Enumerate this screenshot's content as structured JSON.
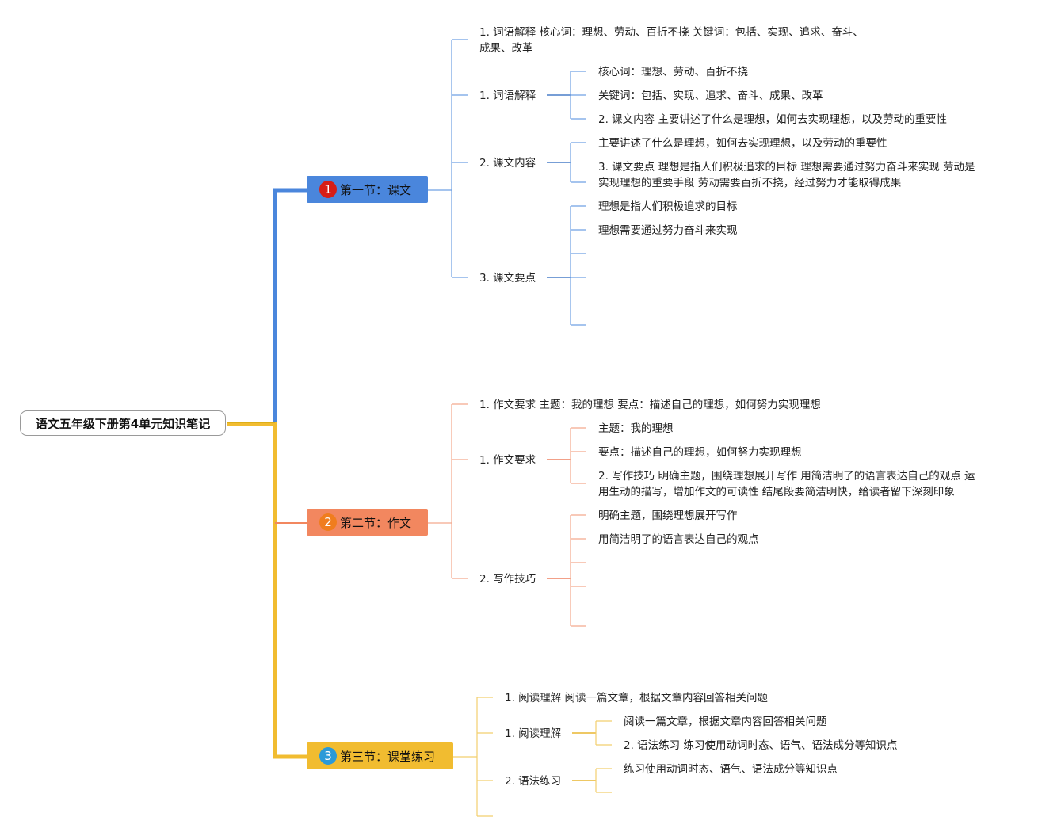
{
  "root": {
    "title": "语文五年级下册第4单元知识笔记"
  },
  "colors": {
    "section1": "#4a86dc",
    "section2": "#f2875f",
    "section3": "#f1bc30"
  },
  "sections": [
    {
      "number": "1",
      "title": "第一节：课文",
      "summary_lines": [
        "1. 词语解释 核心词：理想、劳动、百折不挠 关键词：包括、实现、追求、奋斗、",
        "成果、改革"
      ],
      "children": [
        {
          "label": "1. 词语解释",
          "items": [
            "核心词：理想、劳动、百折不挠",
            "关键词：包括、实现、追求、奋斗、成果、改革",
            "2. 课文内容 主要讲述了什么是理想，如何去实现理想，以及劳动的重要性"
          ]
        },
        {
          "label": "2. 课文内容",
          "items": [
            "主要讲述了什么是理想，如何去实现理想，以及劳动的重要性",
            "3. 课文要点 理想是指人们积极追求的目标 理想需要通过努力奋斗来实现 劳动是",
            "实现理想的重要手段 劳动需要百折不挠，经过努力才能取得成果"
          ]
        },
        {
          "label": "3. 课文要点",
          "items": [
            "理想是指人们积极追求的目标",
            "理想需要通过努力奋斗来实现"
          ]
        }
      ]
    },
    {
      "number": "2",
      "title": "第二节：作文",
      "summary_lines": [
        "1. 作文要求 主题：我的理想 要点：描述自己的理想，如何努力实现理想"
      ],
      "children": [
        {
          "label": "1. 作文要求",
          "items": [
            "主题：我的理想",
            "要点：描述自己的理想，如何努力实现理想",
            "2. 写作技巧 明确主题，围绕理想展开写作 用简洁明了的语言表达自己的观点 运",
            "用生动的描写，增加作文的可读性 结尾段要简洁明快，给读者留下深刻印象"
          ]
        },
        {
          "label": "2. 写作技巧",
          "items": [
            "明确主题，围绕理想展开写作",
            "用简洁明了的语言表达自己的观点"
          ]
        }
      ]
    },
    {
      "number": "3",
      "title": "第三节：课堂练习",
      "summary_lines": [
        "1. 阅读理解 阅读一篇文章，根据文章内容回答相关问题"
      ],
      "children": [
        {
          "label": "1. 阅读理解",
          "items": [
            "阅读一篇文章，根据文章内容回答相关问题",
            "2. 语法练习 练习使用动词时态、语气、语法成分等知识点"
          ]
        },
        {
          "label": "2. 语法练习",
          "items": [
            "练习使用动词时态、语气、语法成分等知识点"
          ]
        }
      ]
    }
  ]
}
